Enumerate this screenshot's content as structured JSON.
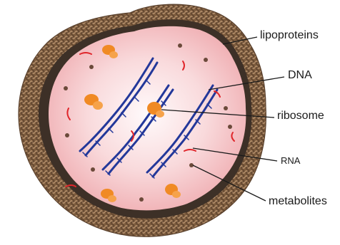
{
  "labels": {
    "lipoproteins": "lipoproteins",
    "dna": "DNA",
    "ribosome": "ribosome",
    "rna": "RNA",
    "metabolites": "metabolites"
  },
  "colors": {
    "membrane_outer": "#8a6a4a",
    "membrane_inner": "#3a2d24",
    "cytoplasm_center": "#fdf3f4",
    "cytoplasm_edge": "#f2b2b6",
    "dna": "#23389a",
    "ribosome": "#f08a24",
    "rna": "#e0262b",
    "metabolite": "#6b4a3a",
    "leader_line": "#1a1a1a"
  }
}
